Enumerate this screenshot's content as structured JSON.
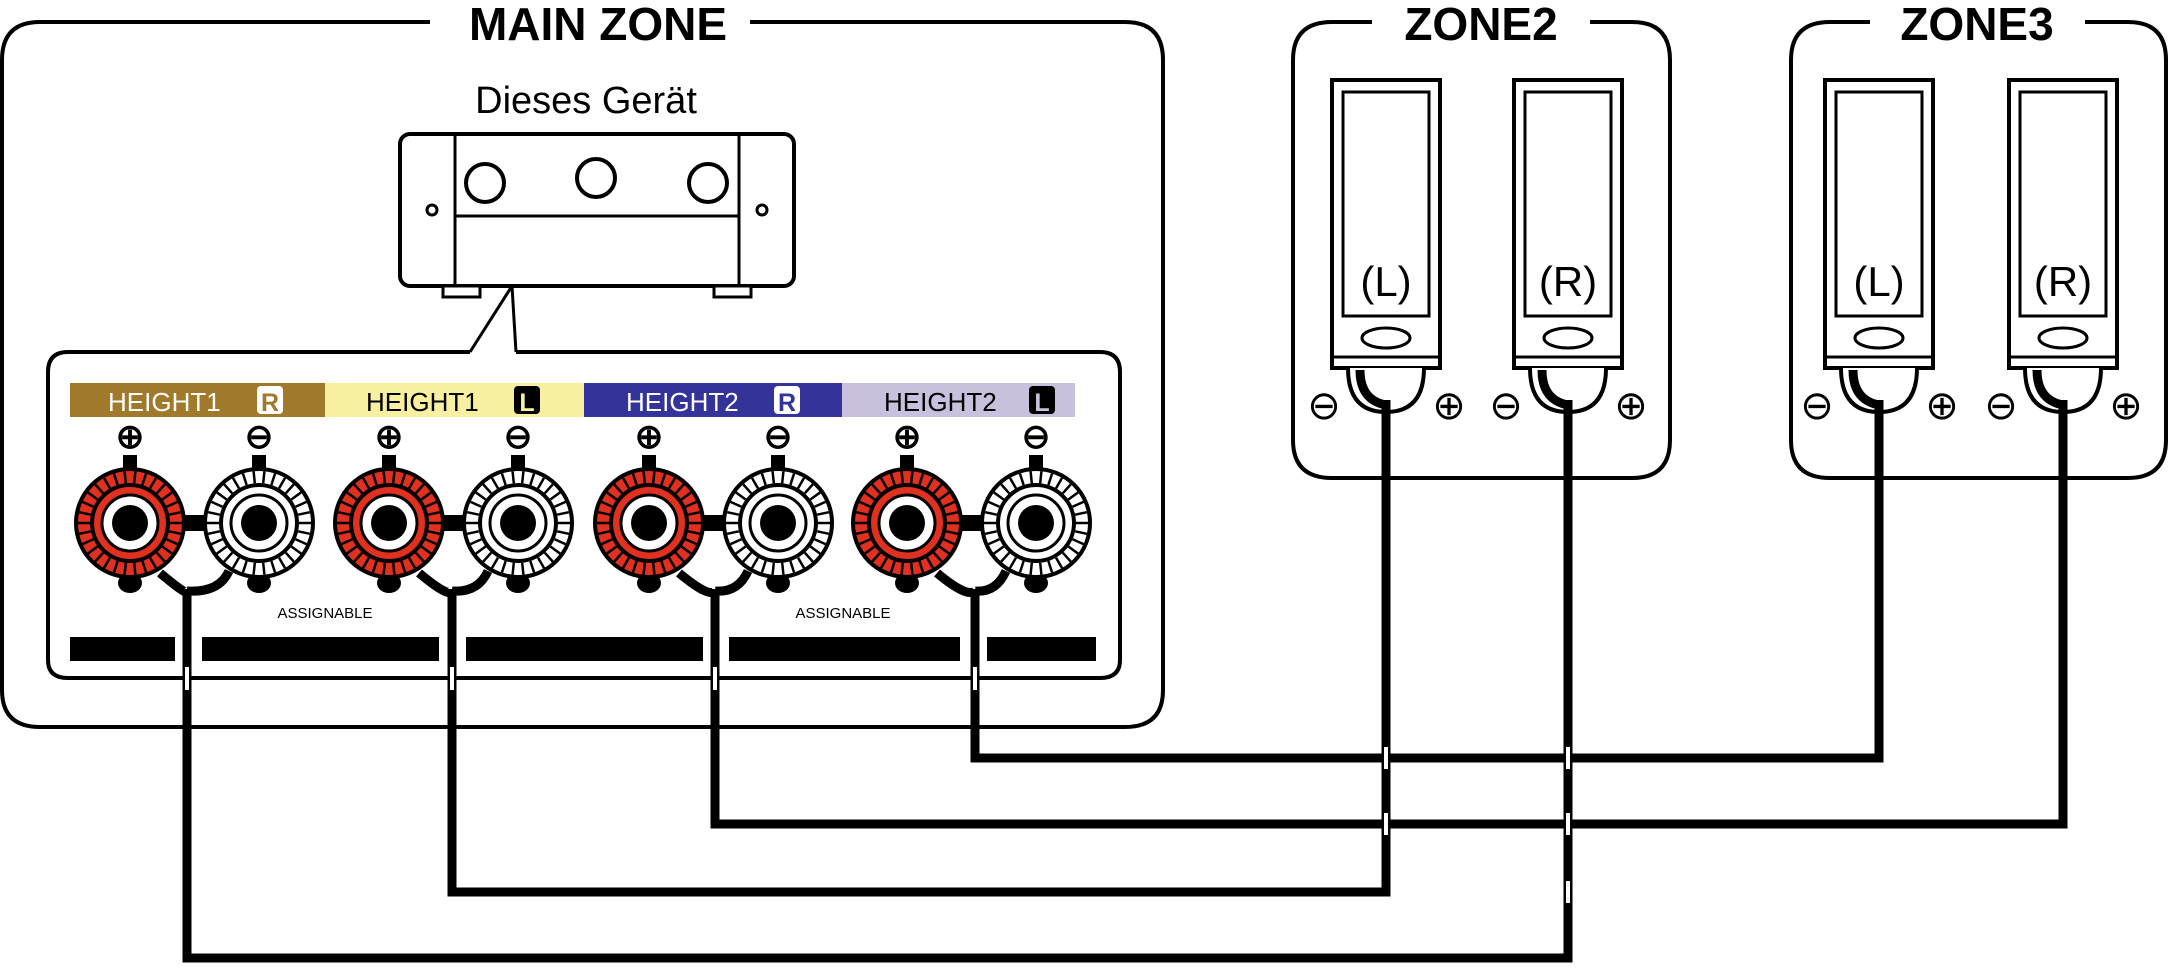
{
  "zones": {
    "main": "MAIN ZONE",
    "zone2": "ZONE2",
    "zone3": "ZONE3"
  },
  "device_label": "Dieses Gerät",
  "terminals": [
    {
      "label": "HEIGHT1",
      "side": "R",
      "color": "#a07a2a",
      "text_color": "#ffffff"
    },
    {
      "label": "HEIGHT1",
      "side": "L",
      "color": "#f7f0a0",
      "text_color": "#000000"
    },
    {
      "label": "HEIGHT2",
      "side": "R",
      "color": "#333399",
      "text_color": "#ffffff"
    },
    {
      "label": "HEIGHT2",
      "side": "L",
      "color": "#c8c0dc",
      "text_color": "#000000"
    }
  ],
  "polarity": {
    "plus": "⊕",
    "minus": "⊖"
  },
  "assignable": "ASSIGNABLE",
  "speakers": [
    {
      "zone": "zone2",
      "label": "(L)"
    },
    {
      "zone": "zone2",
      "label": "(R)"
    },
    {
      "zone": "zone3",
      "label": "(L)"
    },
    {
      "zone": "zone3",
      "label": "(R)"
    }
  ],
  "colors": {
    "plus_terminal": "#e03020",
    "minus_terminal": "#ffffff",
    "line": "#000000"
  }
}
